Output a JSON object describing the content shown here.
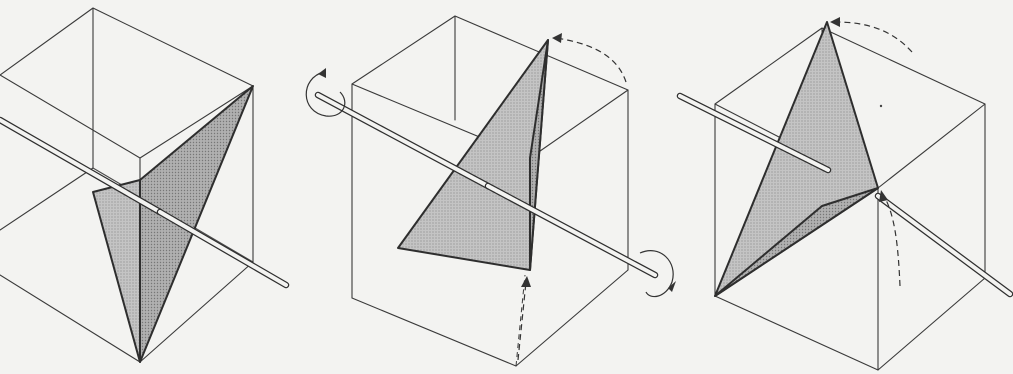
{
  "panels": [
    {
      "id": "left",
      "description_icon": "cube-with-shaded-triangular-section"
    },
    {
      "id": "middle",
      "description_icon": "cube-with-shaded-triangular-section-rotation-arrows"
    },
    {
      "id": "right",
      "description_icon": "cube-with-shaded-triangular-section-rotation-arrows"
    }
  ],
  "colors": {
    "background": "#f3f3f1",
    "line": "#3a3a3a",
    "shade_dark": "#b3b3b3",
    "shade_light": "#c7c7c7"
  }
}
